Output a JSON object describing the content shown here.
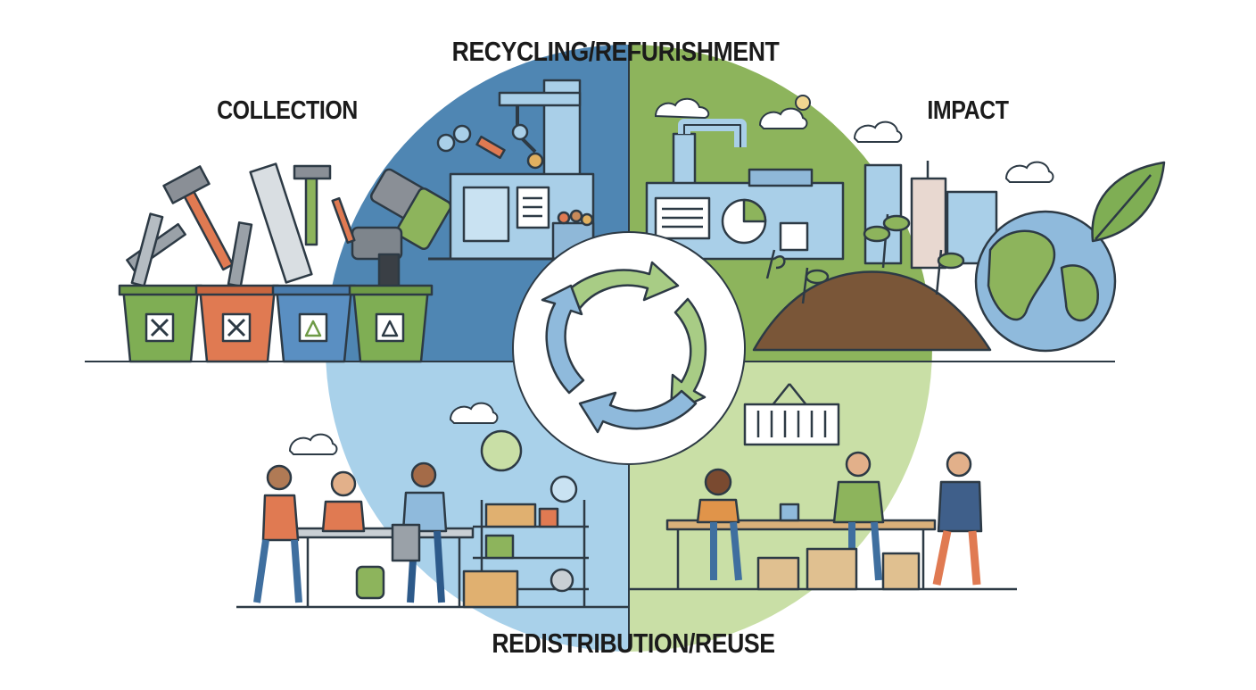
{
  "stages": {
    "collection": "COLLECTION",
    "recycling": "RECYCLING/REFURISHMENT",
    "impact": "IMPACT",
    "redistribution": "REDISTRIBUTION/REUSE"
  },
  "colors": {
    "blue_dark": "#4f86b3",
    "blue_light": "#a9d1ea",
    "green": "#8db45c",
    "green_light": "#c9dfa6",
    "arrow_green": "#a8cc85",
    "arrow_blue": "#8fbadc",
    "outline": "#2d3a45",
    "orange": "#e07a52",
    "soil": "#7a5638"
  },
  "icons": {
    "center": "recycle-arrows-icon",
    "globe": "globe-icon",
    "leaf": "leaf-icon"
  }
}
